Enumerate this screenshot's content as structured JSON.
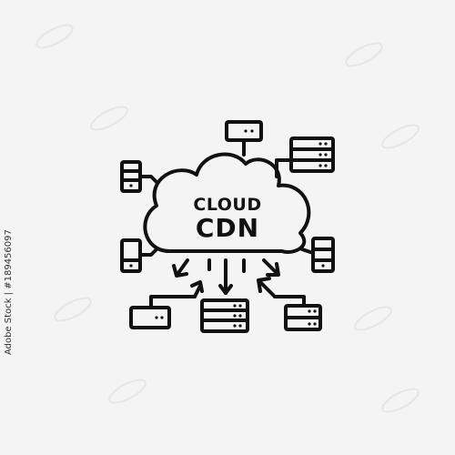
{
  "icon": {
    "line1": "CLOUD",
    "line2": "CDN"
  },
  "colors": {
    "stroke": "#111111",
    "background": "#f4f4f4"
  },
  "stock_id": "Adobe Stock | #189456097",
  "watermark_text": "Adobe Stock"
}
